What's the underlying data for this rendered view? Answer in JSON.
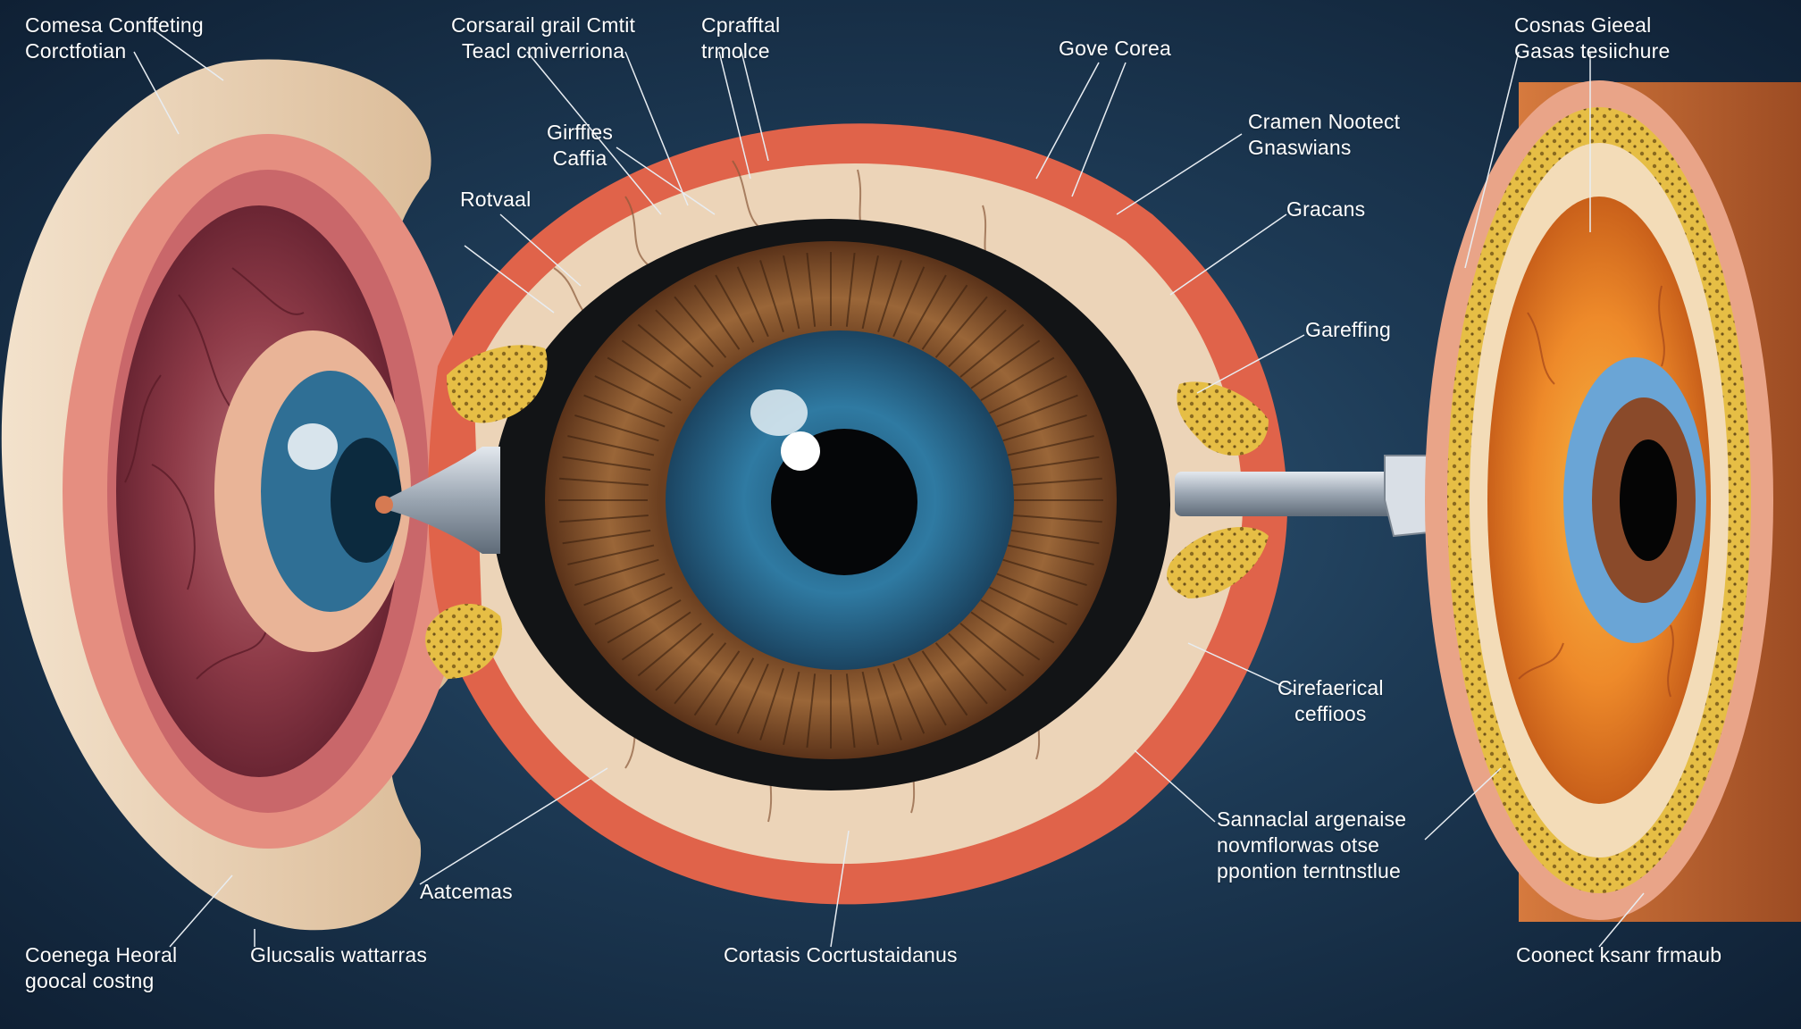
{
  "labels": {
    "top_left": [
      "Comesa Conffeting",
      "Corctfotian"
    ],
    "top_center_left": [
      "Corsarail grail Cmtit",
      "Teacl cmiverriona"
    ],
    "top_center": [
      "Cprafftal",
      "trmolce"
    ],
    "top_center_right": [
      "Gove Corea"
    ],
    "top_right": [
      "Cosnas Gieeal",
      "Gasas tesiichure"
    ],
    "left_mid_1": [
      "Girffies",
      "Caffia"
    ],
    "left_mid_2": [
      "Rotvaal"
    ],
    "right_mid_1": [
      "Cramen Nootect",
      "Gnaswians"
    ],
    "right_mid_2": [
      "Gracans"
    ],
    "right_mid_3": [
      "Gareffing"
    ],
    "right_mid_4": [
      "Cirefaerical",
      "ceffioos"
    ],
    "right_bottom": [
      "Sannaclal argenaise",
      "novmflorwas otse",
      "ppontion terntnstlue"
    ],
    "bottom_left": [
      "Coenega Heoral",
      "goocal costng"
    ],
    "bottom_left_2": [
      "Glucsalis wattarras"
    ],
    "bottom_center_left": [
      "Aatcemas"
    ],
    "bottom_center": [
      "Cortasis Cocrtustaidanus"
    ],
    "bottom_right": [
      "Coonect ksanr frmaub"
    ]
  },
  "colors": {
    "background": "#1d3a55",
    "iris_blue": "#2f6f95",
    "iris_brown": "#8a5a33",
    "sclera_red": "#e0634a",
    "tissue_cream": "#ecd4b8",
    "fat_yellow": "#e8c24a",
    "instrument_steel": "#b9c2cc",
    "outer_orange": "#ee8a2a",
    "label_text": "#ffffff"
  },
  "icons": {
    "surgical_instrument": "cannula-icon"
  }
}
